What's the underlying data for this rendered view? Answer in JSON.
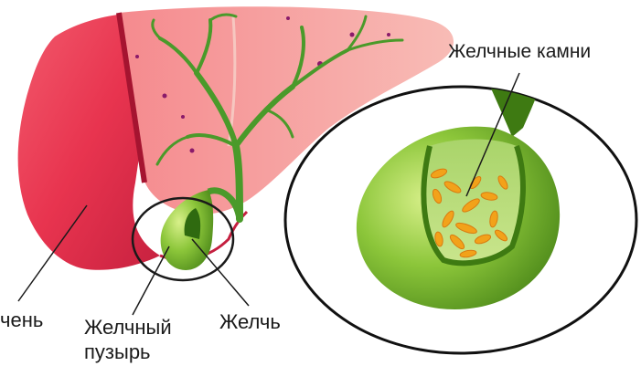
{
  "labels": {
    "liver": "чень",
    "gallbladder_line1": "Желчный",
    "gallbladder_line2": "пузырь",
    "bile": "Желчь",
    "gallstones": "Желчные камни"
  },
  "colors": {
    "liver_main": "#ec3b58",
    "liver_dark": "#c41f3f",
    "liver_light": "#f6a6a6",
    "bile_duct": "#4a9a2a",
    "gallbladder": "#7cc12c",
    "gallbladder_dark": "#3e7a12",
    "stones": "#f2a21a"
  },
  "icons": {
    "zoom_circle": "magnify-circle-icon",
    "small_circle": "highlight-circle-icon"
  }
}
